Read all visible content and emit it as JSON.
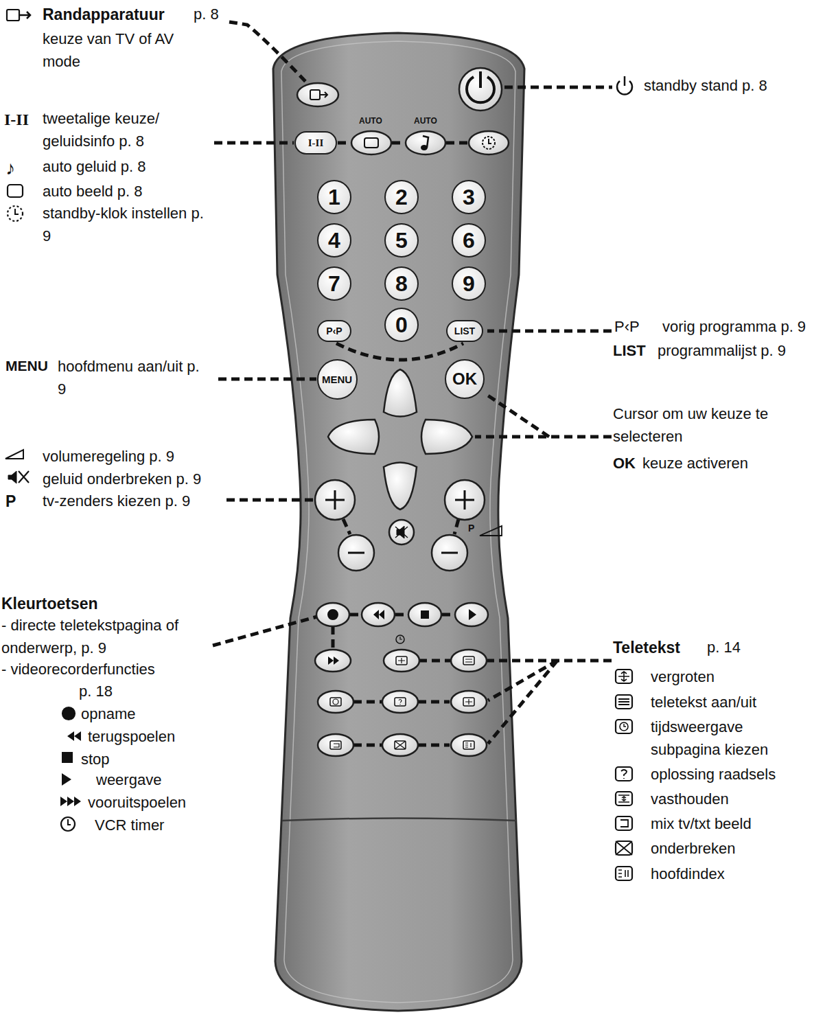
{
  "diagram": {
    "nodes": [
      {
        "text": [
          "I-II"
        ]
      },
      {
        "text": [
          "1"
        ]
      },
      {
        "text": [
          "2"
        ]
      },
      {
        "text": [
          "3"
        ]
      },
      {
        "text": [
          "4"
        ]
      },
      {
        "text": [
          "5"
        ]
      },
      {
        "text": [
          "6"
        ]
      },
      {
        "text": [
          "7"
        ]
      },
      {
        "text": [
          "8"
        ]
      },
      {
        "text": [
          "9"
        ]
      },
      {
        "text": [
          "P‹P"
        ]
      },
      {
        "text": [
          "0"
        ]
      },
      {
        "text": [
          "LIST"
        ]
      },
      {
        "text": [
          "MENU"
        ]
      },
      {
        "text": [
          "OK"
        ]
      }
    ],
    "labels": [
      "Randapparatuur",
      "p. 8",
      "keuze van TV of AV mode",
      "I-II",
      "tweetalige keuze/ geluidsinfo p. 8",
      "♪",
      "auto geluid p. 8",
      "auto beeld p. 8",
      "standby-klok instellen p. 9",
      "standby stand p. 8",
      "MENU",
      "hoofdmenu aan/uit p. 9",
      "volumeregeling p. 9",
      "geluid onderbreken p. 9",
      "P",
      "tv-zenders kiezen p. 9",
      "P‹P",
      "vorig programma p. 9",
      "LIST",
      "programmalijst p. 9",
      "Cursor om uw keuze te selecteren",
      "OK",
      "keuze activeren",
      "Kleurtoetsen",
      "- directe teletekstpagina of onderwerp, p. 9",
      "- videorecorderfuncties",
      "p. 18",
      "opname",
      "terugspoelen",
      "stop",
      "weergave",
      "vooruitspoelen",
      "VCR timer",
      "Teletekst",
      "p. 14",
      "vergroten",
      "teletekst aan/uit",
      "tijdsweergave subpagina kiezen",
      "oplossing raadsels",
      "vasthouden",
      "mix tv/txt beeld",
      "onderbreken",
      "hoofdindex",
      "AUTO",
      "AUTO",
      "P"
    ]
  }
}
